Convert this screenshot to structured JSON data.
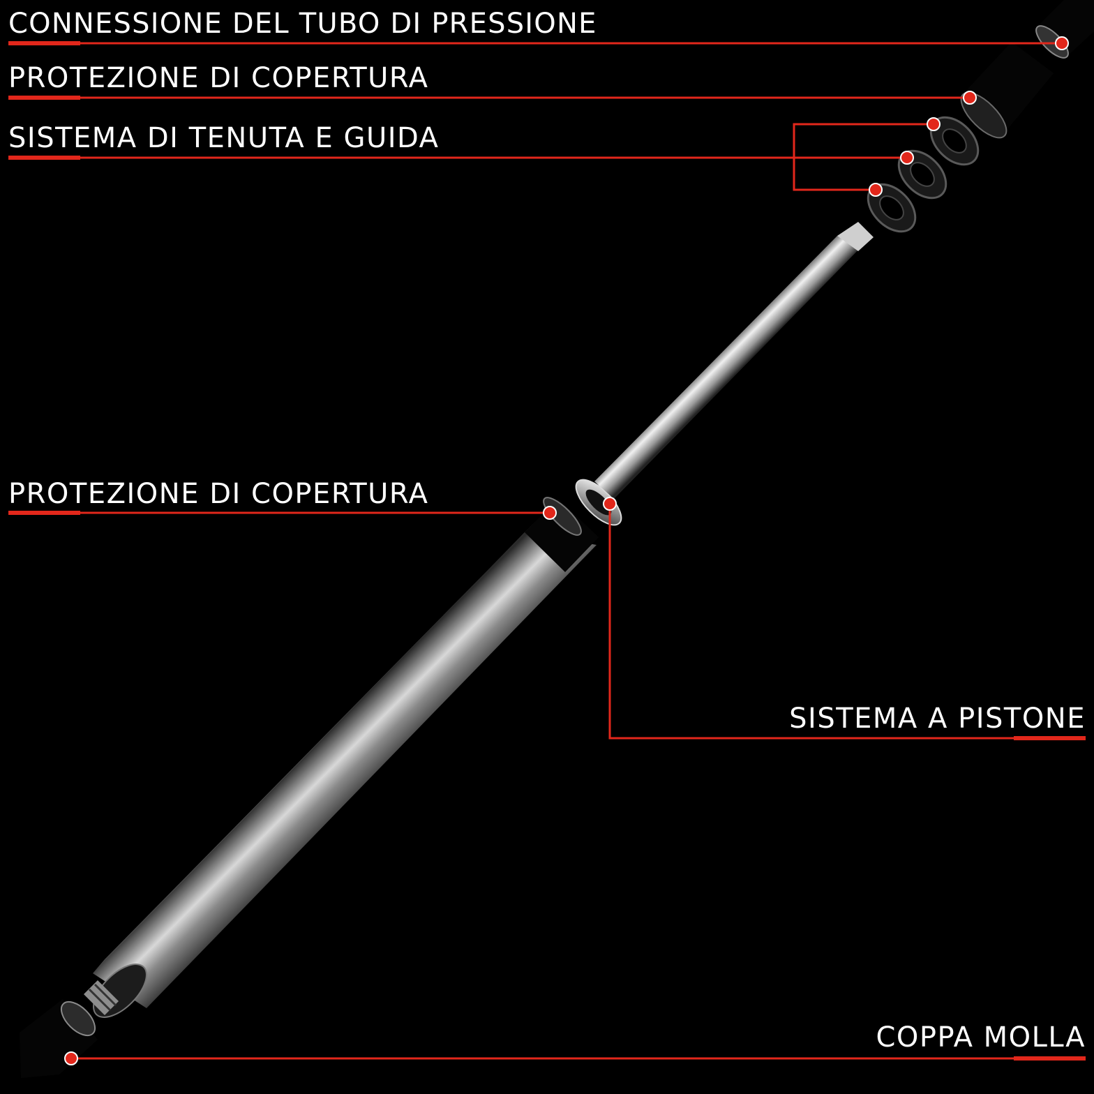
{
  "colors": {
    "background": "#000000",
    "label_text": "#ffffff",
    "accent": "#e2271b",
    "metal_light": "#e8e8e8",
    "metal_dark": "#1a1a1a"
  },
  "labels": {
    "pressure_tube_connection": "CONNESSIONE DEL TUBO DI PRESSIONE",
    "cover_protection_top": "PROTEZIONE DI COPERTURA",
    "seal_and_guide_system": "SISTEMA DI TENUTA E GUIDA",
    "cover_protection_middle": "PROTEZIONE DI COPERTURA",
    "piston_system": "SISTEMA A PISTONE",
    "spring_cup": "COPPA MOLLA"
  }
}
